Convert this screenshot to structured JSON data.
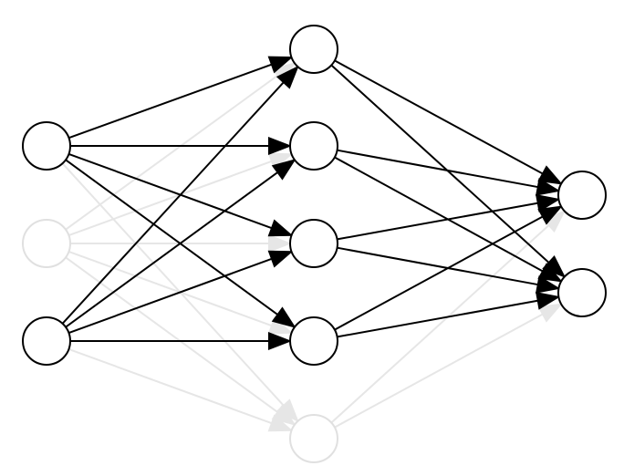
{
  "colors": {
    "active": "#000000",
    "inactive": "#e6e6e6",
    "inactive_node_stroke": "#e0e0e0",
    "node_fill": "#ffffff"
  },
  "layers": [
    {
      "name": "input",
      "nodes": [
        {
          "active": true
        },
        {
          "active": false
        },
        {
          "active": true
        }
      ]
    },
    {
      "name": "hidden",
      "nodes": [
        {
          "active": true
        },
        {
          "active": true
        },
        {
          "active": true
        },
        {
          "active": true
        },
        {
          "active": false
        }
      ]
    },
    {
      "name": "output",
      "nodes": [
        {
          "active": true
        },
        {
          "active": true
        }
      ]
    }
  ],
  "edges": [
    {
      "from": [
        0,
        0
      ],
      "to": [
        1,
        0
      ],
      "active": true
    },
    {
      "from": [
        0,
        0
      ],
      "to": [
        1,
        1
      ],
      "active": true
    },
    {
      "from": [
        0,
        0
      ],
      "to": [
        1,
        2
      ],
      "active": true
    },
    {
      "from": [
        0,
        0
      ],
      "to": [
        1,
        3
      ],
      "active": true
    },
    {
      "from": [
        0,
        0
      ],
      "to": [
        1,
        4
      ],
      "active": false
    },
    {
      "from": [
        0,
        1
      ],
      "to": [
        1,
        0
      ],
      "active": false
    },
    {
      "from": [
        0,
        1
      ],
      "to": [
        1,
        1
      ],
      "active": false
    },
    {
      "from": [
        0,
        1
      ],
      "to": [
        1,
        2
      ],
      "active": false
    },
    {
      "from": [
        0,
        1
      ],
      "to": [
        1,
        3
      ],
      "active": false
    },
    {
      "from": [
        0,
        1
      ],
      "to": [
        1,
        4
      ],
      "active": false
    },
    {
      "from": [
        0,
        2
      ],
      "to": [
        1,
        0
      ],
      "active": true
    },
    {
      "from": [
        0,
        2
      ],
      "to": [
        1,
        1
      ],
      "active": true
    },
    {
      "from": [
        0,
        2
      ],
      "to": [
        1,
        2
      ],
      "active": true
    },
    {
      "from": [
        0,
        2
      ],
      "to": [
        1,
        3
      ],
      "active": true
    },
    {
      "from": [
        0,
        2
      ],
      "to": [
        1,
        4
      ],
      "active": false
    },
    {
      "from": [
        1,
        0
      ],
      "to": [
        2,
        0
      ],
      "active": true
    },
    {
      "from": [
        1,
        0
      ],
      "to": [
        2,
        1
      ],
      "active": true
    },
    {
      "from": [
        1,
        1
      ],
      "to": [
        2,
        0
      ],
      "active": true
    },
    {
      "from": [
        1,
        1
      ],
      "to": [
        2,
        1
      ],
      "active": true
    },
    {
      "from": [
        1,
        2
      ],
      "to": [
        2,
        0
      ],
      "active": true
    },
    {
      "from": [
        1,
        2
      ],
      "to": [
        2,
        1
      ],
      "active": true
    },
    {
      "from": [
        1,
        3
      ],
      "to": [
        2,
        0
      ],
      "active": true
    },
    {
      "from": [
        1,
        3
      ],
      "to": [
        2,
        1
      ],
      "active": true
    },
    {
      "from": [
        1,
        4
      ],
      "to": [
        2,
        0
      ],
      "active": false
    },
    {
      "from": [
        1,
        4
      ],
      "to": [
        2,
        1
      ],
      "active": false
    }
  ]
}
